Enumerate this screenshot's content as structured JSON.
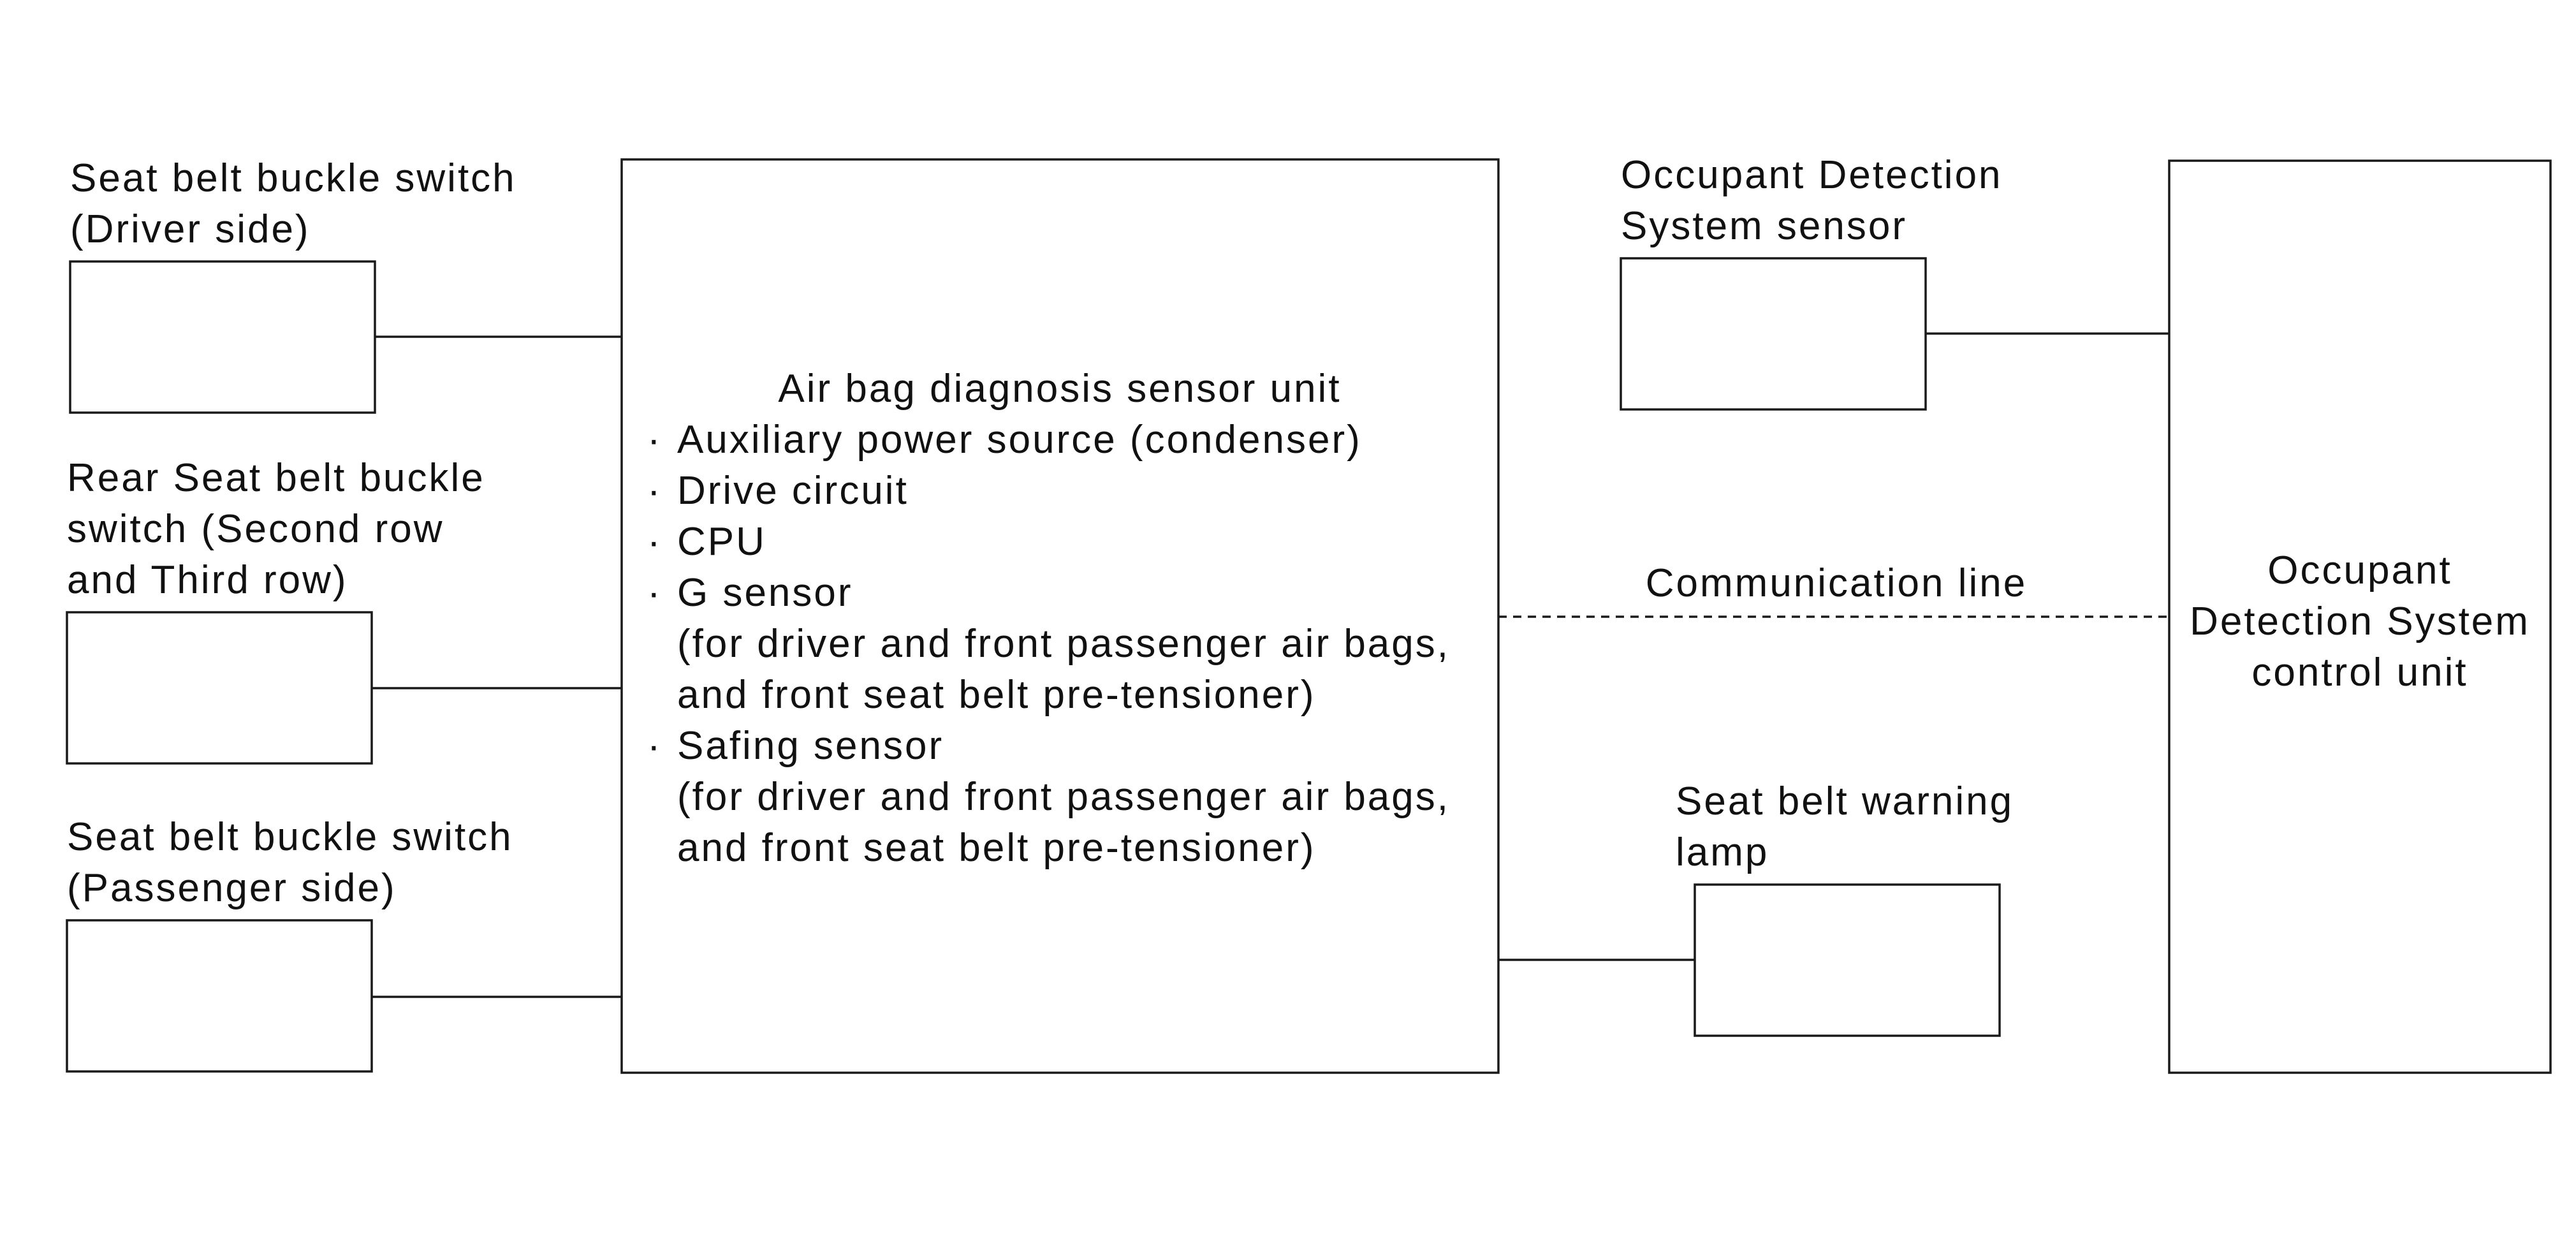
{
  "driver_buckle": {
    "label": [
      "Seat belt buckle switch",
      "(Driver side)"
    ]
  },
  "rear_buckle": {
    "label": [
      "Rear Seat belt buckle",
      "switch  (Second row",
      "and Third row)"
    ]
  },
  "passenger_buckle": {
    "label": [
      "Seat belt buckle switch",
      "(Passenger side)"
    ]
  },
  "airbag_unit": {
    "title": "Air bag diagnosis sensor unit",
    "bullet": "·",
    "items": [
      {
        "text": "Auxiliary power source (condenser)",
        "sub": []
      },
      {
        "text": "Drive circuit",
        "sub": []
      },
      {
        "text": "CPU",
        "sub": []
      },
      {
        "text": "G sensor",
        "sub": [
          "(for driver and front passenger air bags,",
          "and front seat belt pre-tensioner)"
        ]
      },
      {
        "text": "Safing sensor",
        "sub": [
          "(for driver and front passenger air bags,",
          "and front seat belt pre-tensioner)"
        ]
      }
    ]
  },
  "ods_sensor": {
    "label": [
      "Occupant Detection",
      "System sensor"
    ]
  },
  "communication_line": {
    "label": "Communication line"
  },
  "warning_lamp": {
    "label": [
      "Seat belt warning",
      "lamp"
    ]
  },
  "ods_control_unit": {
    "label": [
      "Occupant",
      "Detection System",
      "control unit"
    ]
  }
}
